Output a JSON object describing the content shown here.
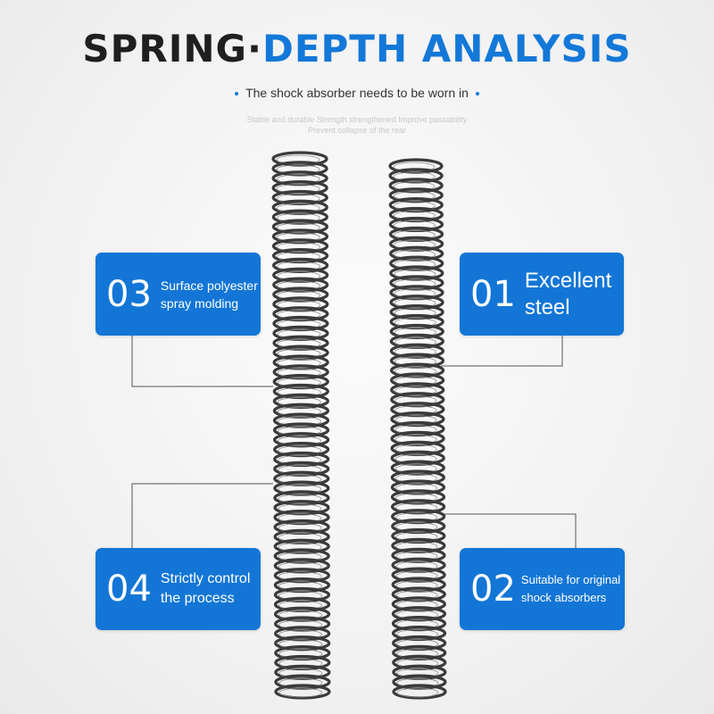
{
  "header": {
    "title_part1": "SPRING",
    "title_sep": "·",
    "title_part2": "DEPTH ANALYSIS",
    "subtitle": "The shock absorber needs to be worn in",
    "tagline_line1": "Stable and durable Strength strengthened Improve passability",
    "tagline_line2": "Prevent collapse of the rear"
  },
  "features": [
    {
      "number": "03",
      "line1": "Surface polyester",
      "line2": "spray molding"
    },
    {
      "number": "01",
      "line1": "Excellent",
      "line2": "steel"
    },
    {
      "number": "04",
      "line1": "Strictly control",
      "line2": "the process"
    },
    {
      "number": "02",
      "line1": "Suitable for original",
      "line2": "shock absorbers"
    }
  ],
  "colors": {
    "accent": "#1478d8",
    "box": "#1376d6",
    "dark": "#1f1f1f",
    "spring": "#2b2b2b"
  }
}
